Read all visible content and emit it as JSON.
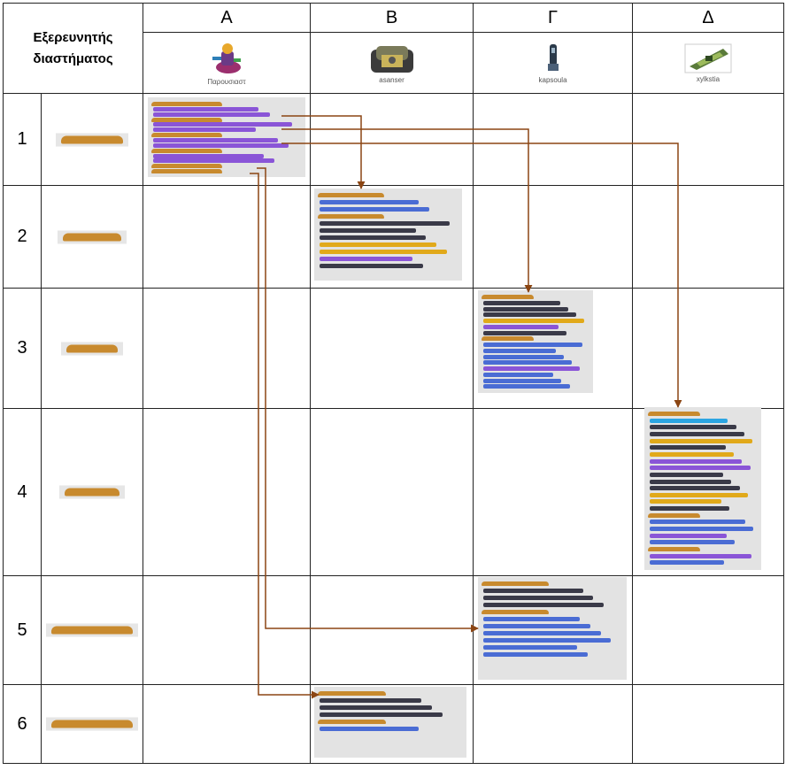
{
  "table": {
    "corner_label": "Εξερευνητής διαστήματος",
    "columns": [
      {
        "letter": "Α",
        "sprite_name": "Παρουσιαστ"
      },
      {
        "letter": "Β",
        "sprite_name": "asanser"
      },
      {
        "letter": "Γ",
        "sprite_name": "kapsoula"
      },
      {
        "letter": "Δ",
        "sprite_name": "xylkstia"
      }
    ],
    "rows": [
      "1",
      "2",
      "3",
      "4",
      "5",
      "6"
    ]
  },
  "colors": {
    "event": "#c88a2e",
    "motion": "#4a6cd4",
    "looks": "#8a55d7",
    "control": "#e1a91a",
    "pen": "#3a3a48",
    "sensing": "#2ca5e2",
    "arrow": "#8b4513",
    "panel": "#e3e3e3"
  }
}
